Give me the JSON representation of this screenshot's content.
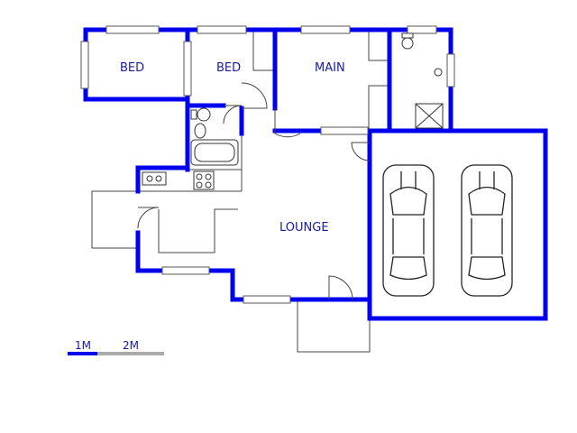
{
  "rooms": {
    "bed_1": "BED",
    "bed_2": "BED",
    "main": "MAIN",
    "lounge": "LOUNGE"
  },
  "scale_bar": {
    "label_1": "1M",
    "label_2": "2M"
  },
  "colors": {
    "wall": "#0000ee",
    "label": "#1a1aa6",
    "scale_grey": "#aaaaaa"
  }
}
